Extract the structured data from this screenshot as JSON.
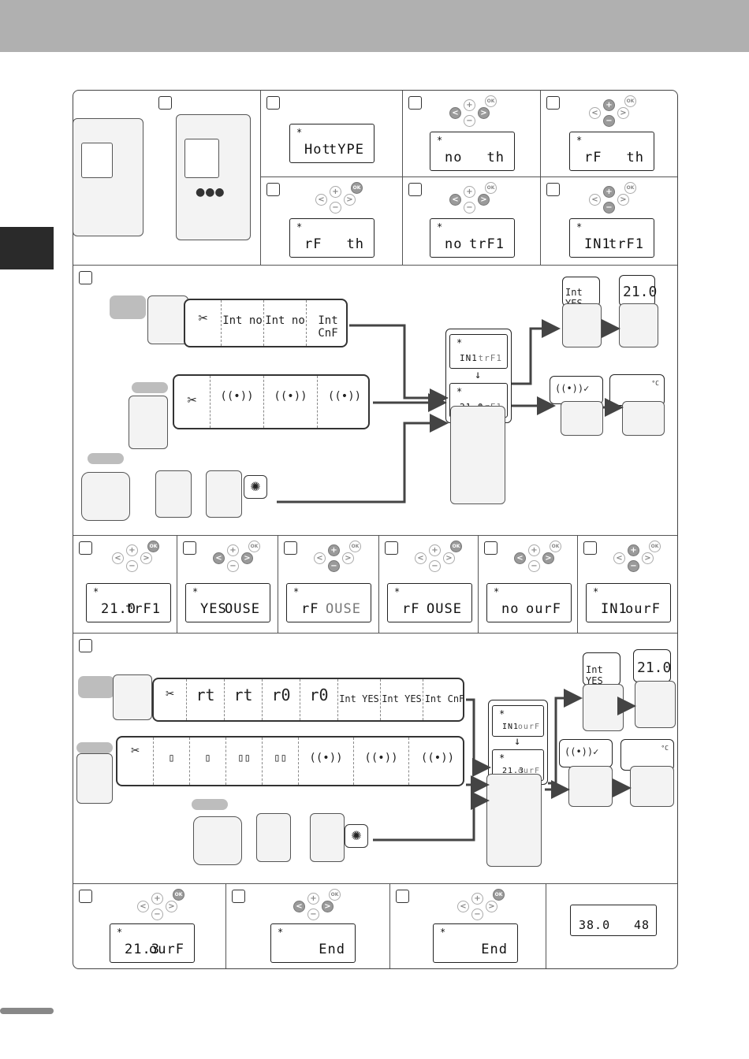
{
  "labels": {
    "ok": "OK",
    "plus": "+",
    "minus": "−",
    "left": "<",
    "right": ">",
    "star": "*",
    "degc": "°C"
  },
  "row1": {
    "c3": {
      "a": "Hot",
      "b": "tYPE"
    },
    "c4": {
      "a": "no",
      "b": "th"
    },
    "c5": {
      "a": "rF",
      "b": "th"
    }
  },
  "row2": {
    "c6": {
      "a": "rF",
      "b": "th"
    },
    "c7": {
      "a": "no",
      "b": "trF1"
    },
    "c8": {
      "a": "IN1",
      "b": "trF1"
    }
  },
  "section9": {
    "strip1": [
      "Int no",
      "Int no",
      "Int CnF"
    ],
    "center_top": {
      "a": "IN1",
      "b": "trF1"
    },
    "center_bottom": {
      "a": "21.0",
      "b": "trF1"
    },
    "bubble_result": "Int YES",
    "temp": "21.0"
  },
  "row3": [
    {
      "a": "21.0",
      "b": "trF1"
    },
    {
      "a": "YES",
      "b": "OUSE"
    },
    {
      "a": "rF",
      "b": "OUSE"
    },
    {
      "a": "rF",
      "b": "OUSE"
    },
    {
      "a": "no",
      "b": "ourF"
    },
    {
      "a": "IN1",
      "b": "ourF"
    }
  ],
  "section10": {
    "strip1": [
      "rt",
      "rt",
      "r0",
      "r0",
      "Int YES",
      "Int YES",
      "Int CnF"
    ],
    "center_top": {
      "a": "IN1",
      "b": "ourF"
    },
    "center_bottom": {
      "a": "21.3",
      "b": "ourF"
    },
    "bubble_result": "Int YES",
    "temp": "21.0"
  },
  "row4": [
    {
      "a": "21.3",
      "b": "ourF"
    },
    {
      "a": "",
      "b": "End"
    },
    {
      "a": "",
      "b": "End"
    }
  ],
  "final_display": {
    "left": "38.0",
    "right": "48"
  }
}
